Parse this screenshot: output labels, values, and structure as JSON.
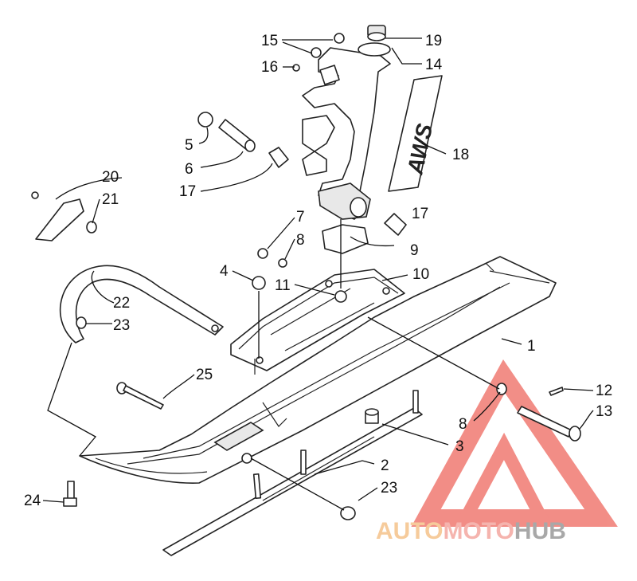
{
  "callouts": {
    "c1": "1",
    "c2": "2",
    "c3": "3",
    "c4": "4",
    "c5": "5",
    "c6": "6",
    "c7": "7",
    "c8a": "8",
    "c8b": "8",
    "c9": "9",
    "c10": "10",
    "c11": "11",
    "c12": "12",
    "c13": "13",
    "c14": "14",
    "c15": "15",
    "c16": "16",
    "c17a": "17",
    "c17b": "17",
    "c18": "18",
    "c19": "19",
    "c20": "20",
    "c21": "21",
    "c22": "22",
    "c23a": "23",
    "c23b": "23",
    "c24": "24",
    "c25": "25"
  },
  "decal_text": "AWS",
  "watermark": {
    "part1": "AUTO",
    "part2": "MOTO",
    "part3": "HUB",
    "color_auto": "#f5c28a",
    "color_moto": "#f4a7a0",
    "color_hub": "#9a9a9a",
    "triangle_color": "#f07a72"
  }
}
